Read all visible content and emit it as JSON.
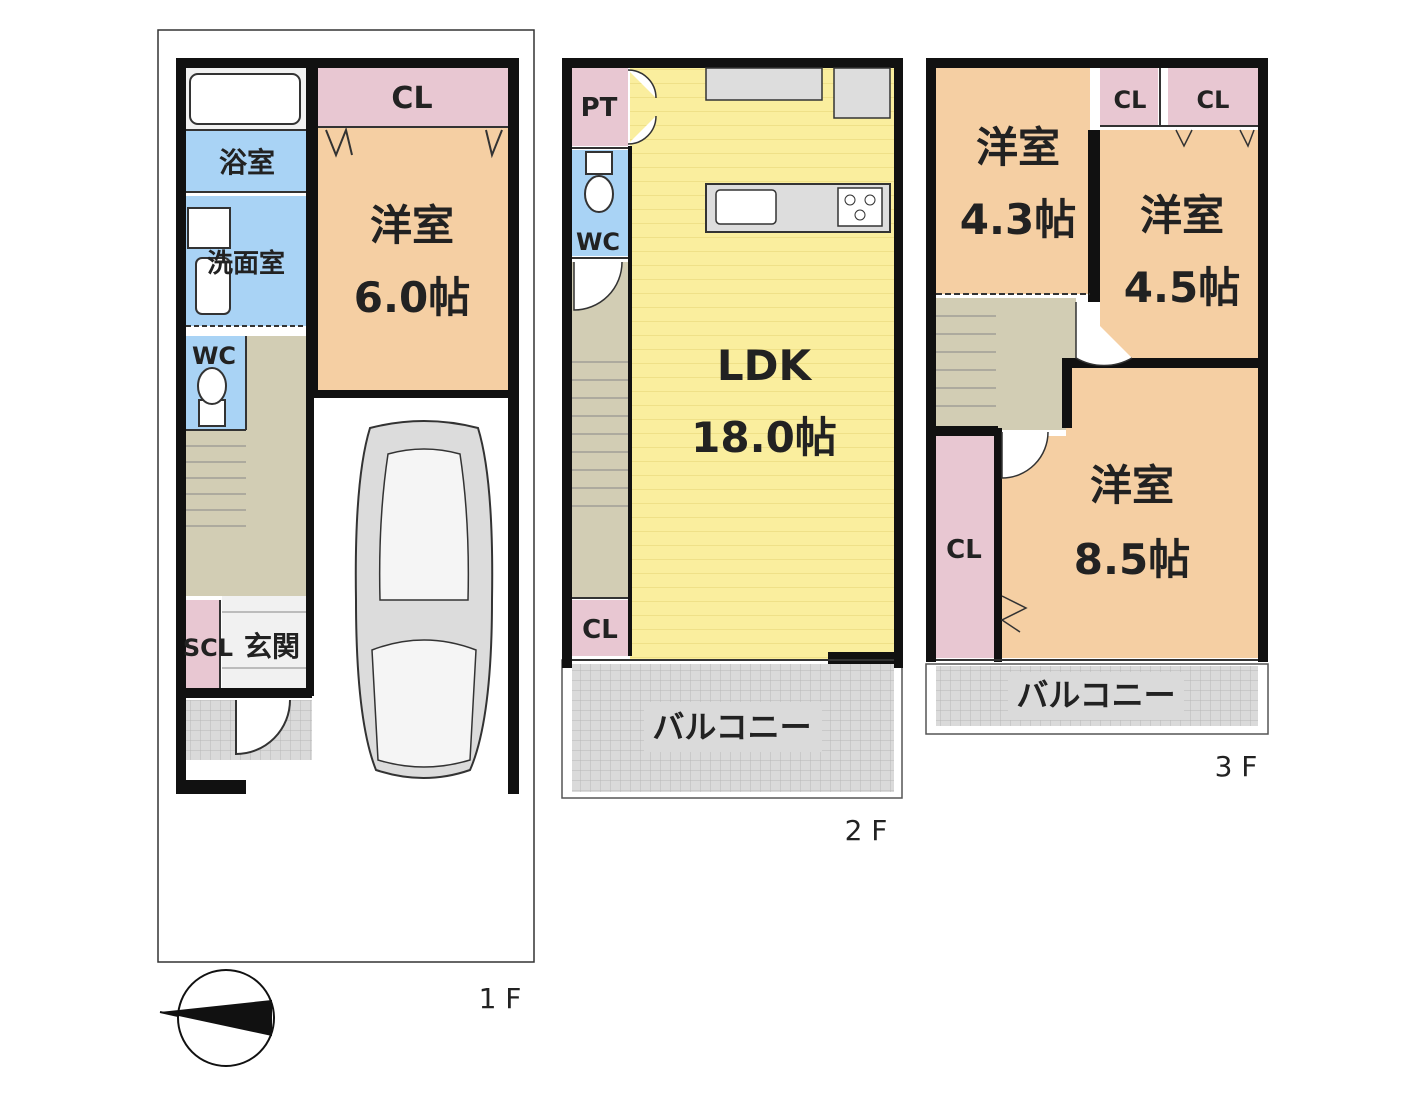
{
  "floors": {
    "f1": {
      "label": "1 F",
      "rooms": {
        "closet": "CL",
        "bath": "浴室",
        "western_name": "洋室",
        "western_size": "6.0帖",
        "washroom": "洗面室",
        "wc": "WC",
        "shoe_closet": "SCL",
        "entrance": "玄関"
      }
    },
    "f2": {
      "label": "2 F",
      "rooms": {
        "pantry": "PT",
        "wc": "WC",
        "ldk_name": "LDK",
        "ldk_size": "18.0帖",
        "closet": "CL",
        "balcony": "バルコニー"
      }
    },
    "f3": {
      "label": "3 F",
      "rooms": {
        "room_a_name": "洋室",
        "room_a_size": "4.3帖",
        "room_b_name": "洋室",
        "room_b_size": "4.5帖",
        "room_c_name": "洋室",
        "room_c_size": "8.5帖",
        "closet_1": "CL",
        "closet_2": "CL",
        "closet_3": "CL",
        "balcony": "バルコニー"
      }
    }
  },
  "colors": {
    "room": "#f5cfa3",
    "ldk": "#faee9e",
    "closet": "#e8c7d2",
    "wet": "#a9d3f5",
    "hall": "#d2cdb4",
    "balcony": "#dadada",
    "wall": "#111111"
  },
  "icons": [
    "compass-icon",
    "car-icon",
    "toilet-icon",
    "bathtub-icon",
    "sink-icon",
    "kitchen-counter-icon",
    "stove-icon"
  ]
}
